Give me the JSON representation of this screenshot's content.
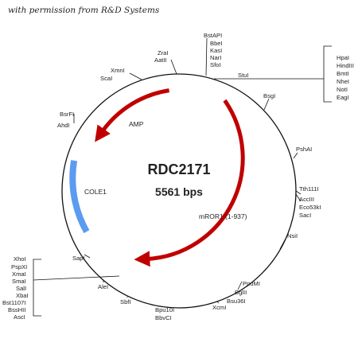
{
  "header": {
    "text": "with permission from R&D Systems"
  },
  "plasmid": {
    "name": "RDC2171",
    "size": "5561 bps"
  },
  "genes": {
    "amp": "AMP",
    "cole1": "COLE1",
    "mror1": "mROR1 (1-937)"
  },
  "sites": {
    "top": [
      "BstAPI",
      "BbeI",
      "KasI",
      "NarI",
      "SfoI"
    ],
    "zral": [
      "ZraI",
      "AatII"
    ],
    "xmnl": [
      "XmnI",
      "ScaI"
    ],
    "stul": "StuI",
    "right_stack": [
      "HpaI",
      "HindIII",
      "BmtI",
      "NheI",
      "NotI",
      "EagI"
    ],
    "bsgl": "BsgI",
    "psha": "PshAI",
    "tth": [
      "Tth111I",
      "AccIII",
      "Eco53kI",
      "SacI"
    ],
    "nsil": "NsiI",
    "ppu": [
      "PpuMI",
      "BglII",
      "Bsu36I"
    ],
    "xcml": "XcmI",
    "bpu": [
      "Bpu10I",
      "BbvCI"
    ],
    "sbfl": "SbfI",
    "alel": "AleI",
    "sapl": "SapI",
    "left_stack": [
      "XhoI",
      "PspXI",
      "XmaI",
      "SmaI",
      "SalI",
      "XbaI",
      "Bst1107I",
      "BssHII",
      "AscI"
    ],
    "bsrfl": [
      "BsrFI",
      "AhdI"
    ]
  }
}
